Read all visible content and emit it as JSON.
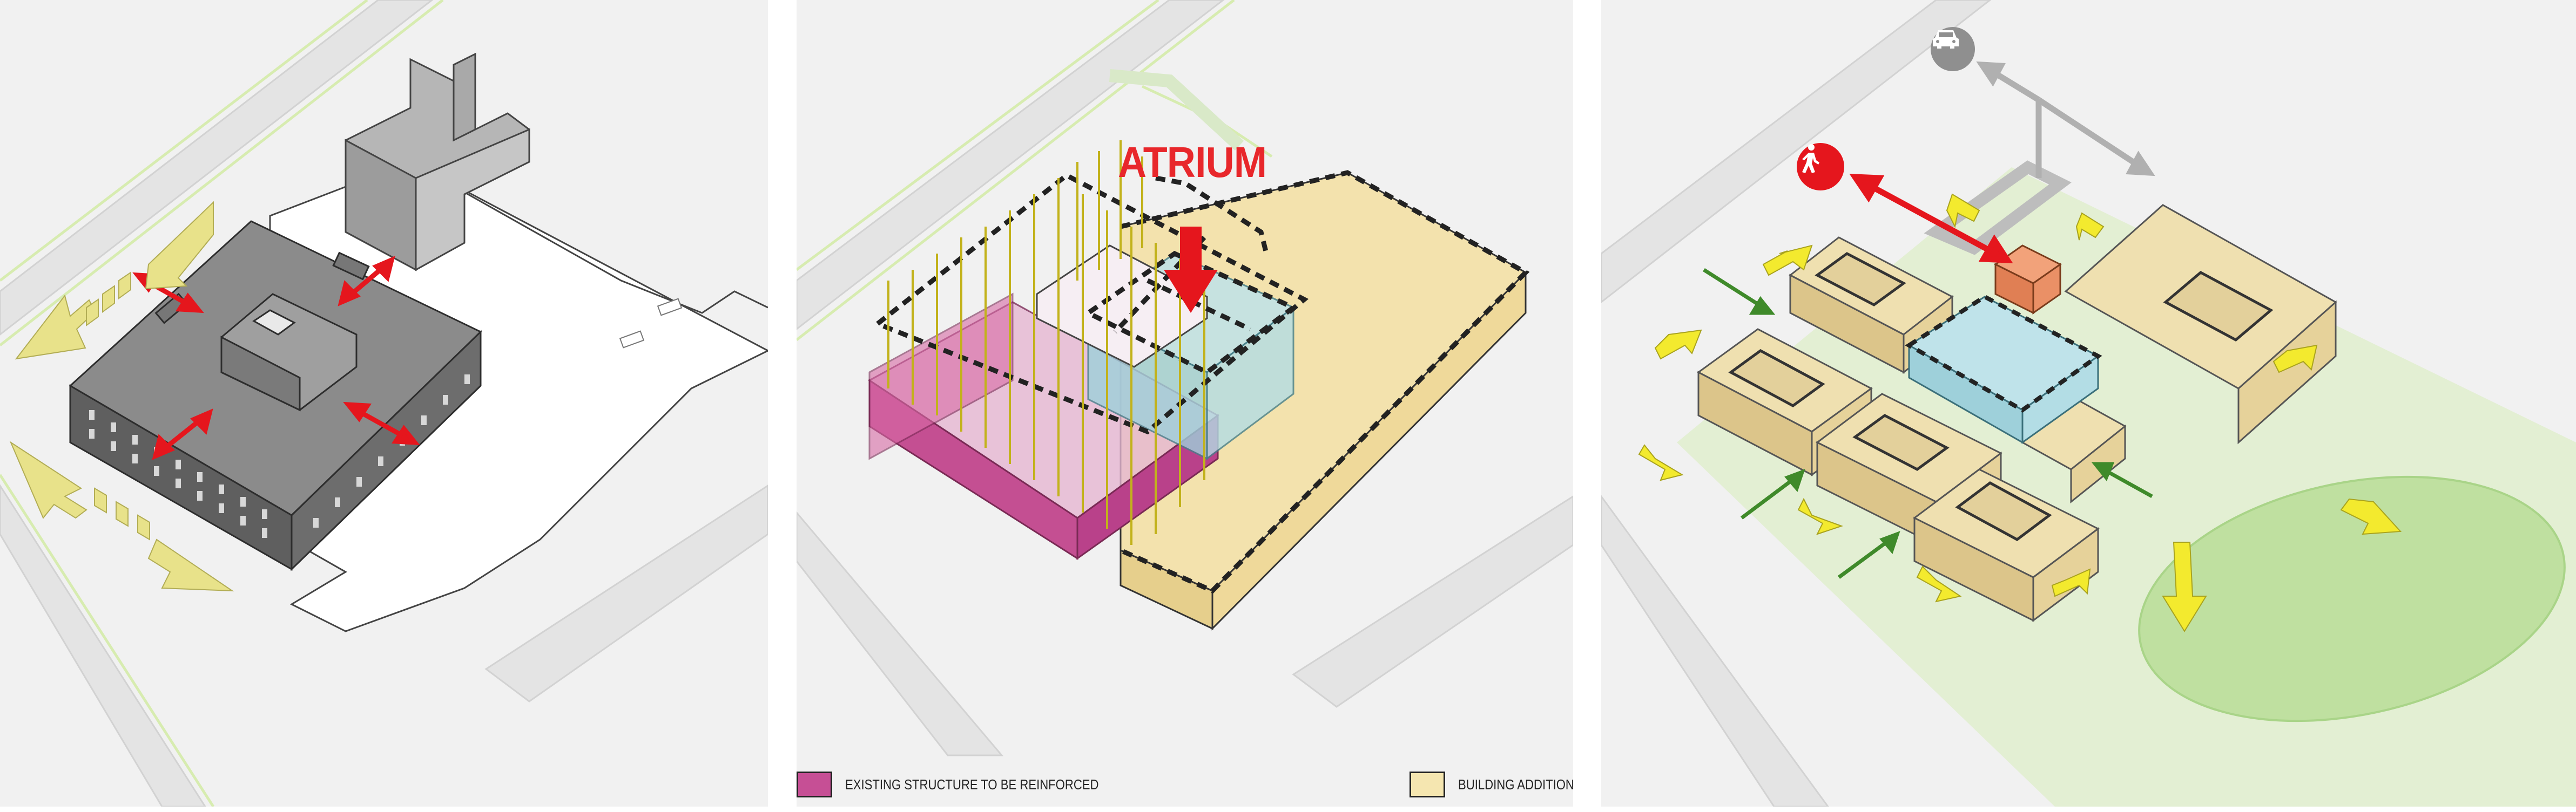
{
  "panels": [
    {
      "id": "existing-building",
      "labels": []
    },
    {
      "id": "atrium-concept",
      "labels": {
        "callout": "ATRIUM"
      },
      "legend": [
        {
          "label": "EXISTING STRUCTURE TO BE REINFORCED",
          "color": "#c64f95"
        },
        {
          "label": "BUILDING ADDITION",
          "color": "#f5e6b0"
        }
      ]
    },
    {
      "id": "circulation-and-views",
      "labels": []
    }
  ],
  "icons": {
    "car": "car-icon",
    "pedestrian": "pedestrian-icon"
  },
  "colors": {
    "arrow_red": "#e5161d",
    "arrow_yellow": "#f3ea2e",
    "arrow_green": "#3f8a2a",
    "existing_structure": "#c64f95",
    "addition": "#f5e6b0",
    "atrium_glass": "#a8dbe3",
    "landscape": "#cfe3b4"
  }
}
